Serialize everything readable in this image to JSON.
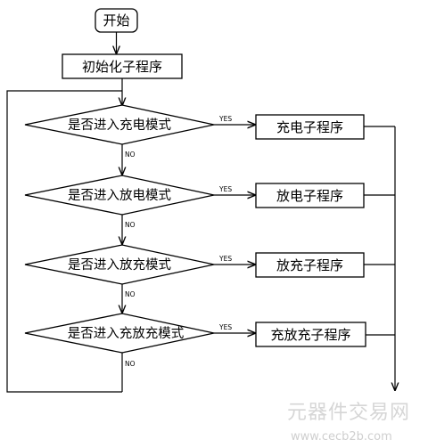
{
  "diagram": {
    "start": "开始",
    "init": "初始化子程序",
    "decisions": [
      "是否进入充电模式",
      "是否进入放电模式",
      "是否进入放充模式",
      "是否进入充放充模式"
    ],
    "actions": [
      "充电子程序",
      "放电子程序",
      "放充子程序",
      "充放充子程序"
    ],
    "yes_label": "YES",
    "no_label": "NO"
  },
  "watermark": {
    "text": "元器件交易网",
    "url": "www.cecb2b.com"
  }
}
